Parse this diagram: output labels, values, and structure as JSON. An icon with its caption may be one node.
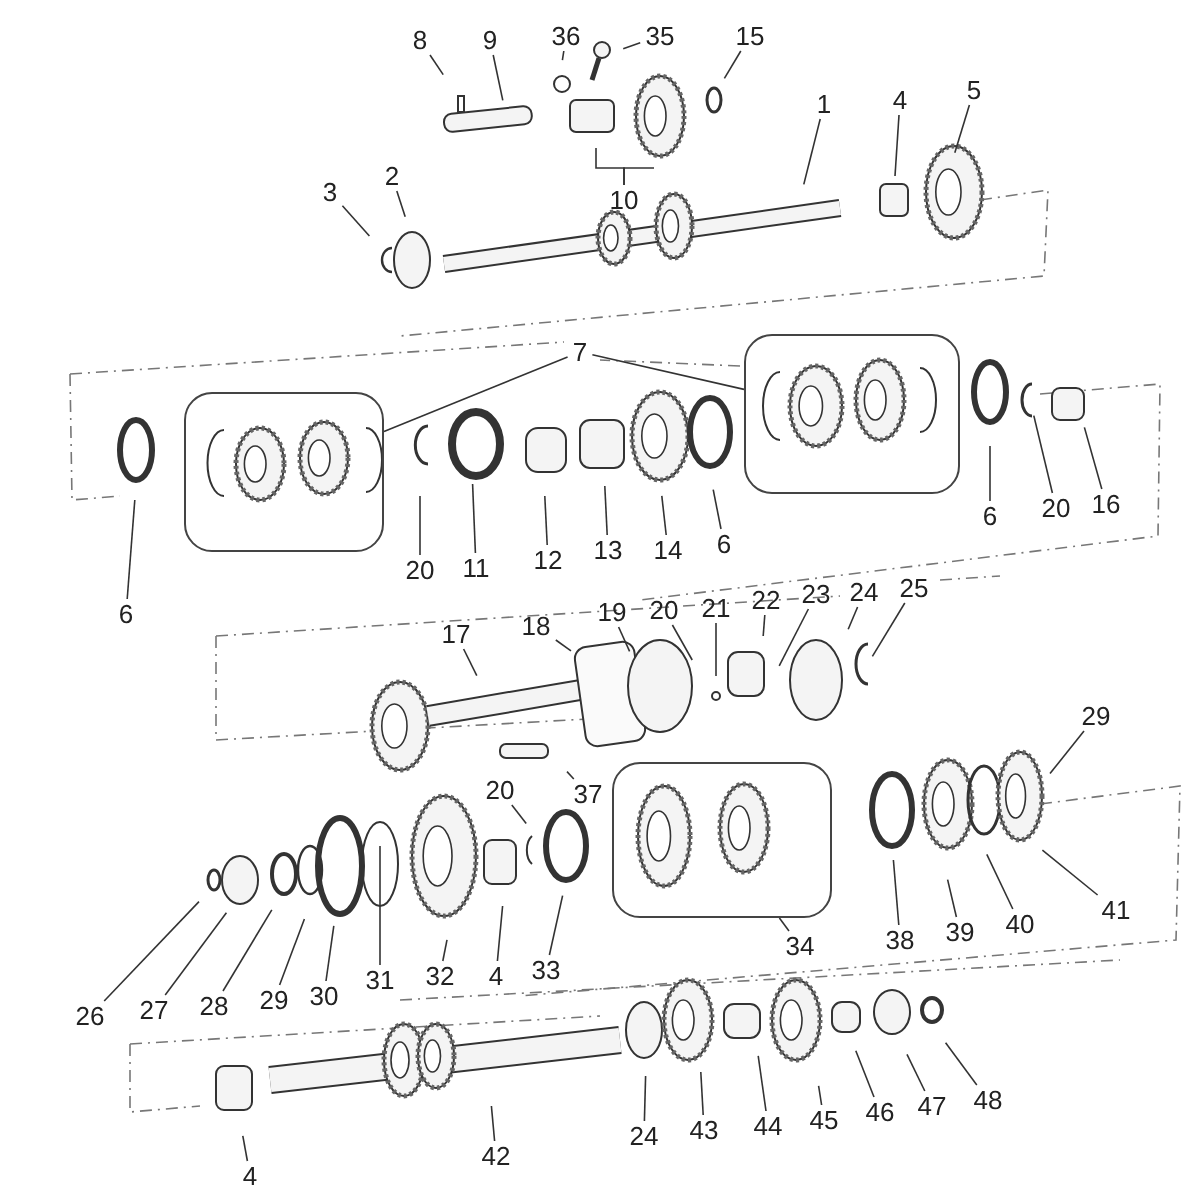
{
  "diagram": {
    "nodes": [
      {
        "text": [
          "8"
        ]
      },
      {
        "text": [
          "9"
        ]
      },
      {
        "text": [
          "36"
        ]
      },
      {
        "text": [
          "35"
        ]
      },
      {
        "text": [
          "15"
        ]
      },
      {
        "text": [
          "1"
        ]
      },
      {
        "text": [
          "4"
        ]
      },
      {
        "text": [
          "5"
        ]
      },
      {
        "text": [
          "3"
        ]
      },
      {
        "text": [
          "2"
        ]
      },
      {
        "text": [
          "10"
        ]
      },
      {
        "text": [
          "7"
        ]
      },
      {
        "text": [],
        "shape": "box"
      },
      {
        "text": [],
        "shape": "box"
      },
      {
        "text": [
          "20"
        ]
      },
      {
        "text": [
          "11"
        ]
      },
      {
        "text": [
          "12"
        ]
      },
      {
        "text": [
          "13"
        ]
      },
      {
        "text": [
          "14"
        ]
      },
      {
        "text": [
          "6"
        ]
      },
      {
        "text": [
          "6"
        ]
      },
      {
        "text": [
          "20"
        ]
      },
      {
        "text": [
          "16"
        ]
      },
      {
        "text": [
          "6"
        ]
      },
      {
        "text": [
          "17"
        ]
      },
      {
        "text": [
          "18"
        ]
      },
      {
        "text": [
          "19"
        ]
      },
      {
        "text": [
          "20"
        ]
      },
      {
        "text": [
          "21"
        ]
      },
      {
        "text": [
          "22"
        ]
      },
      {
        "text": [
          "23"
        ]
      },
      {
        "text": [
          "24"
        ]
      },
      {
        "text": [
          "25"
        ]
      },
      {
        "text": [
          "29"
        ]
      },
      {
        "text": [
          "37"
        ]
      },
      {
        "text": [
          "20"
        ]
      },
      {
        "text": [],
        "shape": "box"
      },
      {
        "text": [
          "34"
        ]
      },
      {
        "text": [
          "38"
        ]
      },
      {
        "text": [
          "39"
        ]
      },
      {
        "text": [
          "40"
        ]
      },
      {
        "text": [
          "41"
        ]
      },
      {
        "text": [
          "26"
        ]
      },
      {
        "text": [
          "27"
        ]
      },
      {
        "text": [
          "28"
        ]
      },
      {
        "text": [
          "29"
        ]
      },
      {
        "text": [
          "30"
        ]
      },
      {
        "text": [
          "31"
        ]
      },
      {
        "text": [
          "32"
        ]
      },
      {
        "text": [
          "4"
        ]
      },
      {
        "text": [
          "33"
        ]
      },
      {
        "text": [
          "4"
        ]
      },
      {
        "text": [
          "42"
        ]
      },
      {
        "text": [
          "24"
        ]
      },
      {
        "text": [
          "43"
        ]
      },
      {
        "text": [
          "44"
        ]
      },
      {
        "text": [
          "45"
        ]
      },
      {
        "text": [
          "46"
        ]
      },
      {
        "text": [
          "47"
        ]
      },
      {
        "text": [
          "48"
        ]
      }
    ],
    "edges": [
      {
        "from": 0,
        "to": null,
        "arrow": "none"
      },
      {
        "from": 1,
        "to": null,
        "arrow": "none"
      },
      {
        "from": 2,
        "to": null,
        "arrow": "none"
      },
      {
        "from": 3,
        "to": null,
        "arrow": "none"
      },
      {
        "from": 4,
        "to": null,
        "arrow": "none"
      },
      {
        "from": 5,
        "to": null,
        "arrow": "none"
      },
      {
        "from": 6,
        "to": null,
        "arrow": "none"
      },
      {
        "from": 7,
        "to": null,
        "arrow": "none"
      },
      {
        "from": 8,
        "to": null,
        "arrow": "none"
      },
      {
        "from": 9,
        "to": null,
        "arrow": "none"
      },
      {
        "from": 10,
        "to": null,
        "arrow": "none"
      },
      {
        "from": 10,
        "to": null,
        "arrow": "none"
      },
      {
        "from": 11,
        "to": 12,
        "arrow": "none"
      },
      {
        "from": 11,
        "to": 13,
        "arrow": "none"
      },
      {
        "from": 14,
        "to": null,
        "arrow": "none"
      },
      {
        "from": 15,
        "to": null,
        "arrow": "none"
      },
      {
        "from": 16,
        "to": null,
        "arrow": "none"
      },
      {
        "from": 17,
        "to": null,
        "arrow": "none"
      },
      {
        "from": 18,
        "to": null,
        "arrow": "none"
      },
      {
        "from": 19,
        "to": null,
        "arrow": "none"
      },
      {
        "from": 20,
        "to": null,
        "arrow": "none"
      },
      {
        "from": 21,
        "to": null,
        "arrow": "none"
      },
      {
        "from": 22,
        "to": null,
        "arrow": "none"
      },
      {
        "from": 23,
        "to": null,
        "arrow": "none"
      },
      {
        "from": 24,
        "to": null,
        "arrow": "none"
      },
      {
        "from": 25,
        "to": null,
        "arrow": "none"
      },
      {
        "from": 26,
        "to": null,
        "arrow": "none"
      },
      {
        "from": 27,
        "to": null,
        "arrow": "none"
      },
      {
        "from": 28,
        "to": null,
        "arrow": "none"
      },
      {
        "from": 29,
        "to": null,
        "arrow": "none"
      },
      {
        "from": 30,
        "to": null,
        "arrow": "none"
      },
      {
        "from": 31,
        "to": null,
        "arrow": "none"
      },
      {
        "from": 32,
        "to": null,
        "arrow": "none"
      },
      {
        "from": 33,
        "to": null,
        "arrow": "none"
      },
      {
        "from": 34,
        "to": null,
        "arrow": "none"
      },
      {
        "from": 35,
        "to": null,
        "arrow": "none"
      },
      {
        "from": 37,
        "to": 36,
        "arrow": "none"
      },
      {
        "from": 38,
        "to": null,
        "arrow": "none"
      },
      {
        "from": 39,
        "to": null,
        "arrow": "none"
      },
      {
        "from": 40,
        "to": null,
        "arrow": "none"
      },
      {
        "from": 41,
        "to": null,
        "arrow": "none"
      },
      {
        "from": 42,
        "to": null,
        "arrow": "none"
      },
      {
        "from": 43,
        "to": null,
        "arrow": "none"
      },
      {
        "from": 44,
        "to": null,
        "arrow": "none"
      },
      {
        "from": 45,
        "to": null,
        "arrow": "none"
      },
      {
        "from": 46,
        "to": null,
        "arrow": "none"
      },
      {
        "from": 47,
        "to": null,
        "arrow": "none"
      },
      {
        "from": 48,
        "to": null,
        "arrow": "none"
      },
      {
        "from": 49,
        "to": null,
        "arrow": "none"
      },
      {
        "from": 50,
        "to": null,
        "arrow": "none"
      },
      {
        "from": 51,
        "to": null,
        "arrow": "none"
      },
      {
        "from": 52,
        "to": null,
        "arrow": "none"
      },
      {
        "from": 53,
        "to": null,
        "arrow": "none"
      },
      {
        "from": 54,
        "to": null,
        "arrow": "none"
      },
      {
        "from": 55,
        "to": null,
        "arrow": "none"
      },
      {
        "from": 56,
        "to": null,
        "arrow": "none"
      },
      {
        "from": 57,
        "to": null,
        "arrow": "none"
      },
      {
        "from": 58,
        "to": null,
        "arrow": "none"
      },
      {
        "from": 59,
        "to": null,
        "arrow": "none"
      }
    ]
  }
}
